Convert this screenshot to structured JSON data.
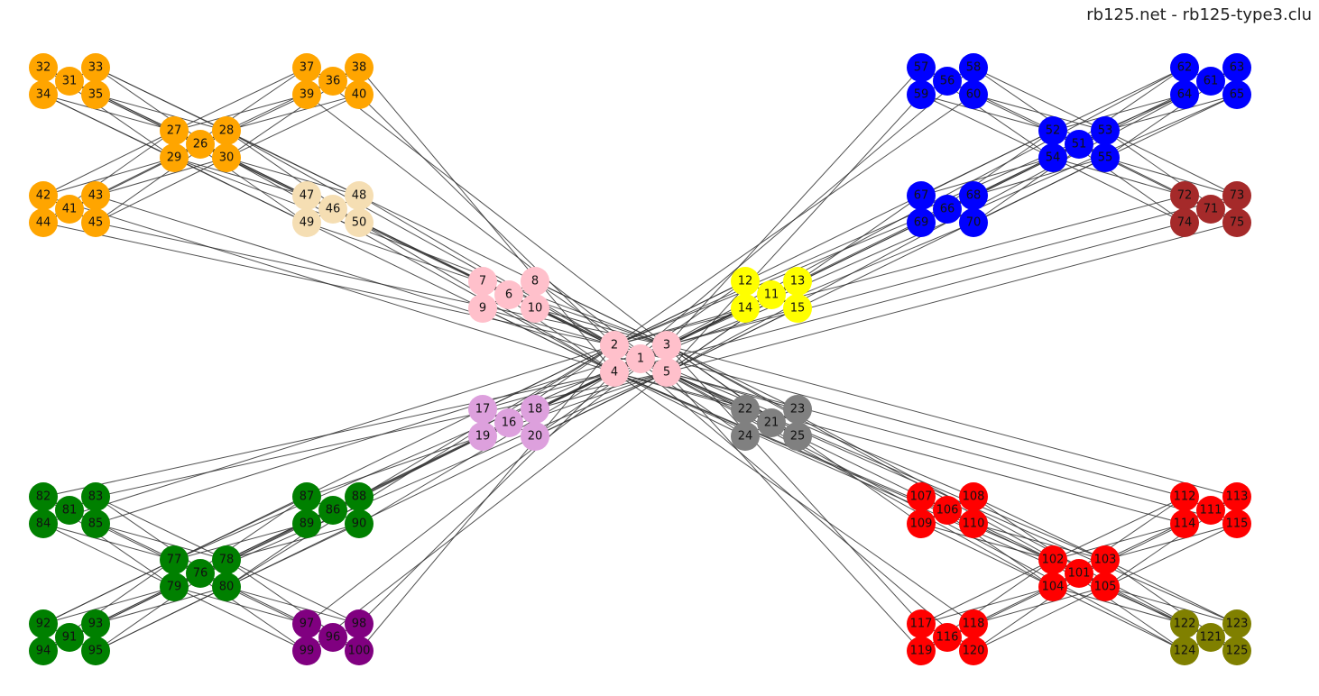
{
  "title": "rb125.net - rb125-type3.clu",
  "cluster_colors": {
    "pink": "#ffc0cb",
    "yellow": "#ffff00",
    "thistle": "#dda0dd",
    "gray": "#808080",
    "orange": "#ffa500",
    "wheat": "#f5deb3",
    "blue": "#0000ff",
    "brown": "#a52a2a",
    "green": "#008000",
    "purple": "#800080",
    "red": "#ff0000",
    "olive": "#808000"
  },
  "clusters": [
    {
      "ids": [
        1,
        2,
        3,
        4,
        5
      ],
      "color": "pink"
    },
    {
      "ids": [
        6,
        7,
        8,
        9,
        10
      ],
      "color": "pink"
    },
    {
      "ids": [
        11,
        12,
        13,
        14,
        15
      ],
      "color": "yellow"
    },
    {
      "ids": [
        16,
        17,
        18,
        19,
        20
      ],
      "color": "thistle"
    },
    {
      "ids": [
        21,
        22,
        23,
        24,
        25
      ],
      "color": "gray"
    },
    {
      "ids": [
        26,
        27,
        28,
        29,
        30
      ],
      "color": "orange"
    },
    {
      "ids": [
        31,
        32,
        33,
        34,
        35
      ],
      "color": "orange"
    },
    {
      "ids": [
        36,
        37,
        38,
        39,
        40
      ],
      "color": "orange"
    },
    {
      "ids": [
        41,
        42,
        43,
        44,
        45
      ],
      "color": "orange"
    },
    {
      "ids": [
        46,
        47,
        48,
        49,
        50
      ],
      "color": "wheat"
    },
    {
      "ids": [
        51,
        52,
        53,
        54,
        55
      ],
      "color": "blue"
    },
    {
      "ids": [
        56,
        57,
        58,
        59,
        60
      ],
      "color": "blue"
    },
    {
      "ids": [
        61,
        62,
        63,
        64,
        65
      ],
      "color": "blue"
    },
    {
      "ids": [
        66,
        67,
        68,
        69,
        70
      ],
      "color": "blue"
    },
    {
      "ids": [
        71,
        72,
        73,
        74,
        75
      ],
      "color": "brown"
    },
    {
      "ids": [
        76,
        77,
        78,
        79,
        80
      ],
      "color": "green"
    },
    {
      "ids": [
        81,
        82,
        83,
        84,
        85
      ],
      "color": "green"
    },
    {
      "ids": [
        86,
        87,
        88,
        89,
        90
      ],
      "color": "green"
    },
    {
      "ids": [
        91,
        92,
        93,
        94,
        95
      ],
      "color": "green"
    },
    {
      "ids": [
        96,
        97,
        98,
        99,
        100
      ],
      "color": "purple"
    },
    {
      "ids": [
        101,
        102,
        103,
        104,
        105
      ],
      "color": "red"
    },
    {
      "ids": [
        106,
        107,
        108,
        109,
        110
      ],
      "color": "red"
    },
    {
      "ids": [
        111,
        112,
        113,
        114,
        115
      ],
      "color": "red"
    },
    {
      "ids": [
        116,
        117,
        118,
        119,
        120
      ],
      "color": "red"
    },
    {
      "ids": [
        121,
        122,
        123,
        124,
        125
      ],
      "color": "olive"
    }
  ],
  "edge_color": "#333333"
}
